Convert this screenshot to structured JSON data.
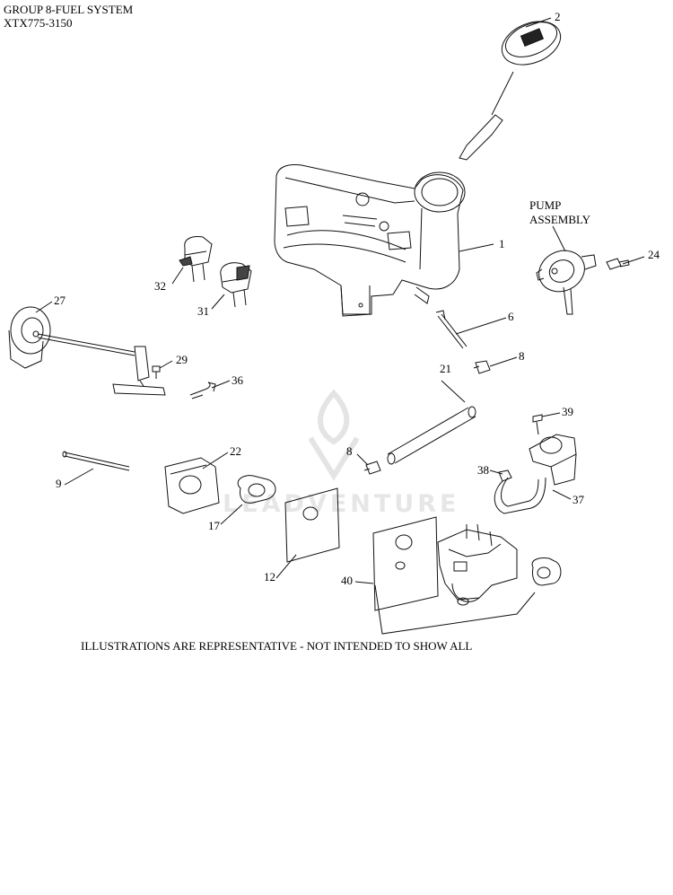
{
  "header": {
    "group_title": "GROUP 8-FUEL SYSTEM",
    "model": "XTX775-3150"
  },
  "watermark": "LEADVENTURE",
  "callouts": [
    {
      "id": "c2",
      "label": "2"
    },
    {
      "id": "cpump",
      "label": "PUMP\nASSEMBLY"
    },
    {
      "id": "c1",
      "label": "1"
    },
    {
      "id": "c24",
      "label": "24"
    },
    {
      "id": "c32",
      "label": "32"
    },
    {
      "id": "c31",
      "label": "31"
    },
    {
      "id": "c27",
      "label": "27"
    },
    {
      "id": "c6",
      "label": "6"
    },
    {
      "id": "c8a",
      "label": "8"
    },
    {
      "id": "c29",
      "label": "29"
    },
    {
      "id": "c36",
      "label": "36"
    },
    {
      "id": "c21",
      "label": "21"
    },
    {
      "id": "c39",
      "label": "39"
    },
    {
      "id": "c22",
      "label": "22"
    },
    {
      "id": "c8b",
      "label": "8"
    },
    {
      "id": "c9",
      "label": "9"
    },
    {
      "id": "c38",
      "label": "38"
    },
    {
      "id": "c37",
      "label": "37"
    },
    {
      "id": "c17",
      "label": "17"
    },
    {
      "id": "c12",
      "label": "12"
    },
    {
      "id": "c40",
      "label": "40"
    }
  ],
  "footer": {
    "note": "ILLUSTRATIONS ARE REPRESENTATIVE - NOT INTENDED TO SHOW ALL"
  }
}
